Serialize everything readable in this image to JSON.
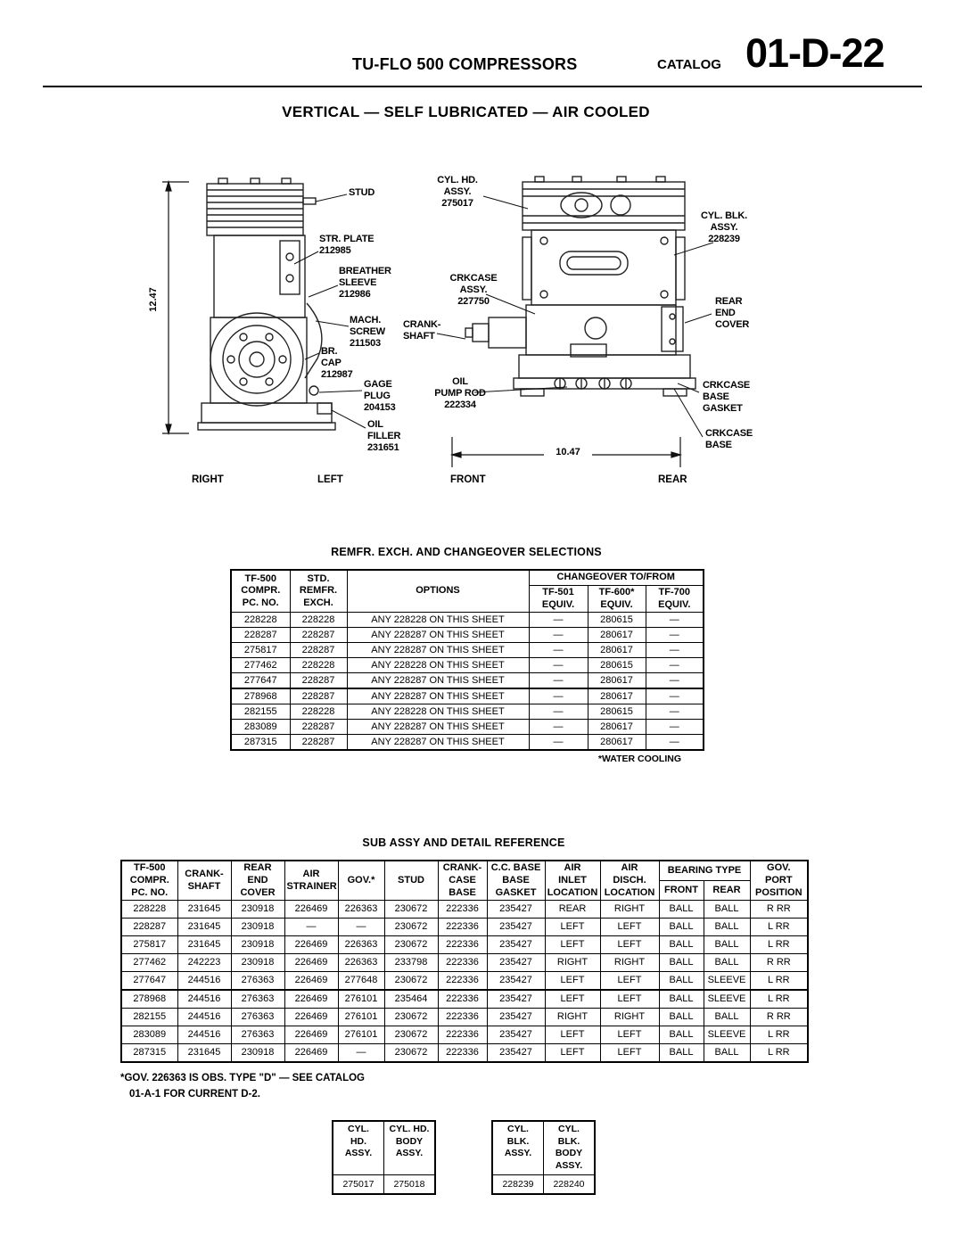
{
  "header": {
    "title": "TU-FLO 500 COMPRESSORS",
    "catalog_label": "CATALOG",
    "catalog_number": "01-D-22"
  },
  "subtitle": "VERTICAL — SELF LUBRICATED — AIR COOLED",
  "diagram": {
    "height_dim": "12.47",
    "width_dim": "10.47",
    "view_labels": [
      "RIGHT",
      "LEFT",
      "FRONT",
      "REAR"
    ],
    "callouts": {
      "stud": "STUD",
      "str_plate": "STR. PLATE\n212985",
      "breather_sleeve": "BREATHER\nSLEEVE\n212986",
      "mach_screw": "MACH.\nSCREW\n211503",
      "br_cap": "BR.\nCAP\n212987",
      "gage_plug": "GAGE\nPLUG\n204153",
      "oil_filler": "OIL\nFILLER\n231651",
      "cyl_hd_assy": "CYL. HD.\nASSY.\n275017",
      "crkcase_assy": "CRKCASE\nASSY.\n227750",
      "crankshaft": "CRANK-\nSHAFT",
      "oil_pump_rod": "OIL\nPUMP ROD\n222334",
      "cyl_blk_assy": "CYL. BLK.\nASSY.\n228239",
      "rear_end_cover": "REAR\nEND\nCOVER",
      "crkcase_base_gasket": "CRKCASE\nBASE\nGASKET",
      "crkcase_base": "CRKCASE\nBASE"
    }
  },
  "table1": {
    "title": "REMFR. EXCH. AND CHANGEOVER SELECTIONS",
    "changeover_header": "CHANGEOVER TO/FROM",
    "col_headers": [
      "TF-500\nCOMPR.\nPC. NO.",
      "STD.\nREMFR.\nEXCH.",
      "OPTIONS",
      "TF-501\nEQUIV.",
      "TF-600*\nEQUIV.",
      "TF-700\nEQUIV."
    ],
    "rows": [
      [
        "228228",
        "228228",
        "ANY 228228 ON THIS SHEET",
        "—",
        "280615",
        "—"
      ],
      [
        "228287",
        "228287",
        "ANY 228287 ON THIS SHEET",
        "—",
        "280617",
        "—"
      ],
      [
        "275817",
        "228287",
        "ANY 228287 ON THIS SHEET",
        "—",
        "280617",
        "—"
      ],
      [
        "277462",
        "228228",
        "ANY 228228 ON THIS SHEET",
        "—",
        "280615",
        "—"
      ],
      [
        "277647",
        "228287",
        "ANY 228287 ON THIS SHEET",
        "—",
        "280617",
        "—"
      ],
      [
        "278968",
        "228287",
        "ANY 228287 ON THIS SHEET",
        "—",
        "280617",
        "—"
      ],
      [
        "282155",
        "228228",
        "ANY 228228 ON THIS SHEET",
        "—",
        "280615",
        "—"
      ],
      [
        "283089",
        "228287",
        "ANY 228287 ON THIS SHEET",
        "—",
        "280617",
        "—"
      ],
      [
        "287315",
        "228287",
        "ANY 228287 ON THIS SHEET",
        "—",
        "280617",
        "—"
      ]
    ],
    "group_break_after": 5,
    "footnote": "*WATER COOLING"
  },
  "table2": {
    "title": "SUB ASSY AND DETAIL REFERENCE",
    "bearing_header": "BEARING TYPE",
    "col_headers": [
      "TF-500\nCOMPR.\nPC. NO.",
      "CRANK-\nSHAFT",
      "REAR\nEND\nCOVER",
      "AIR\nSTRAINER",
      "GOV.*",
      "STUD",
      "CRANK-\nCASE\nBASE",
      "C.C. BASE\nBASE\nGASKET",
      "AIR\nINLET\nLOCATION",
      "AIR\nDISCH.\nLOCATION",
      "FRONT",
      "REAR",
      "GOV.\nPORT\nPOSITION"
    ],
    "rows": [
      [
        "228228",
        "231645",
        "230918",
        "226469",
        "226363",
        "230672",
        "222336",
        "235427",
        "REAR",
        "RIGHT",
        "BALL",
        "BALL",
        "R RR"
      ],
      [
        "228287",
        "231645",
        "230918",
        "—",
        "—",
        "230672",
        "222336",
        "235427",
        "LEFT",
        "LEFT",
        "BALL",
        "BALL",
        "L RR"
      ],
      [
        "275817",
        "231645",
        "230918",
        "226469",
        "226363",
        "230672",
        "222336",
        "235427",
        "LEFT",
        "LEFT",
        "BALL",
        "BALL",
        "L RR"
      ],
      [
        "277462",
        "242223",
        "230918",
        "226469",
        "226363",
        "233798",
        "222336",
        "235427",
        "RIGHT",
        "RIGHT",
        "BALL",
        "BALL",
        "R RR"
      ],
      [
        "277647",
        "244516",
        "276363",
        "226469",
        "277648",
        "230672",
        "222336",
        "235427",
        "LEFT",
        "LEFT",
        "BALL",
        "SLEEVE",
        "L RR"
      ],
      [
        "278968",
        "244516",
        "276363",
        "226469",
        "276101",
        "235464",
        "222336",
        "235427",
        "LEFT",
        "LEFT",
        "BALL",
        "SLEEVE",
        "L RR"
      ],
      [
        "282155",
        "244516",
        "276363",
        "226469",
        "276101",
        "230672",
        "222336",
        "235427",
        "RIGHT",
        "RIGHT",
        "BALL",
        "BALL",
        "R RR"
      ],
      [
        "283089",
        "244516",
        "276363",
        "226469",
        "276101",
        "230672",
        "222336",
        "235427",
        "LEFT",
        "LEFT",
        "BALL",
        "SLEEVE",
        "L RR"
      ],
      [
        "287315",
        "231645",
        "230918",
        "226469",
        "—",
        "230672",
        "222336",
        "235427",
        "LEFT",
        "LEFT",
        "BALL",
        "BALL",
        "L RR"
      ]
    ],
    "group_break_after": 5,
    "footnote_lines": [
      "*GOV. 226363 IS OBS. TYPE \"D\" — SEE CATALOG",
      "01-A-1 FOR CURRENT D-2."
    ]
  },
  "small_tables": [
    {
      "col_headers": [
        "CYL.\nHD.\nASSY.",
        "CYL. HD.\nBODY\nASSY."
      ],
      "values": [
        "275017",
        "275018"
      ]
    },
    {
      "col_headers": [
        "CYL.\nBLK.\nASSY.",
        "CYL. BLK.\nBODY\nASSY."
      ],
      "values": [
        "228239",
        "228240"
      ]
    }
  ]
}
